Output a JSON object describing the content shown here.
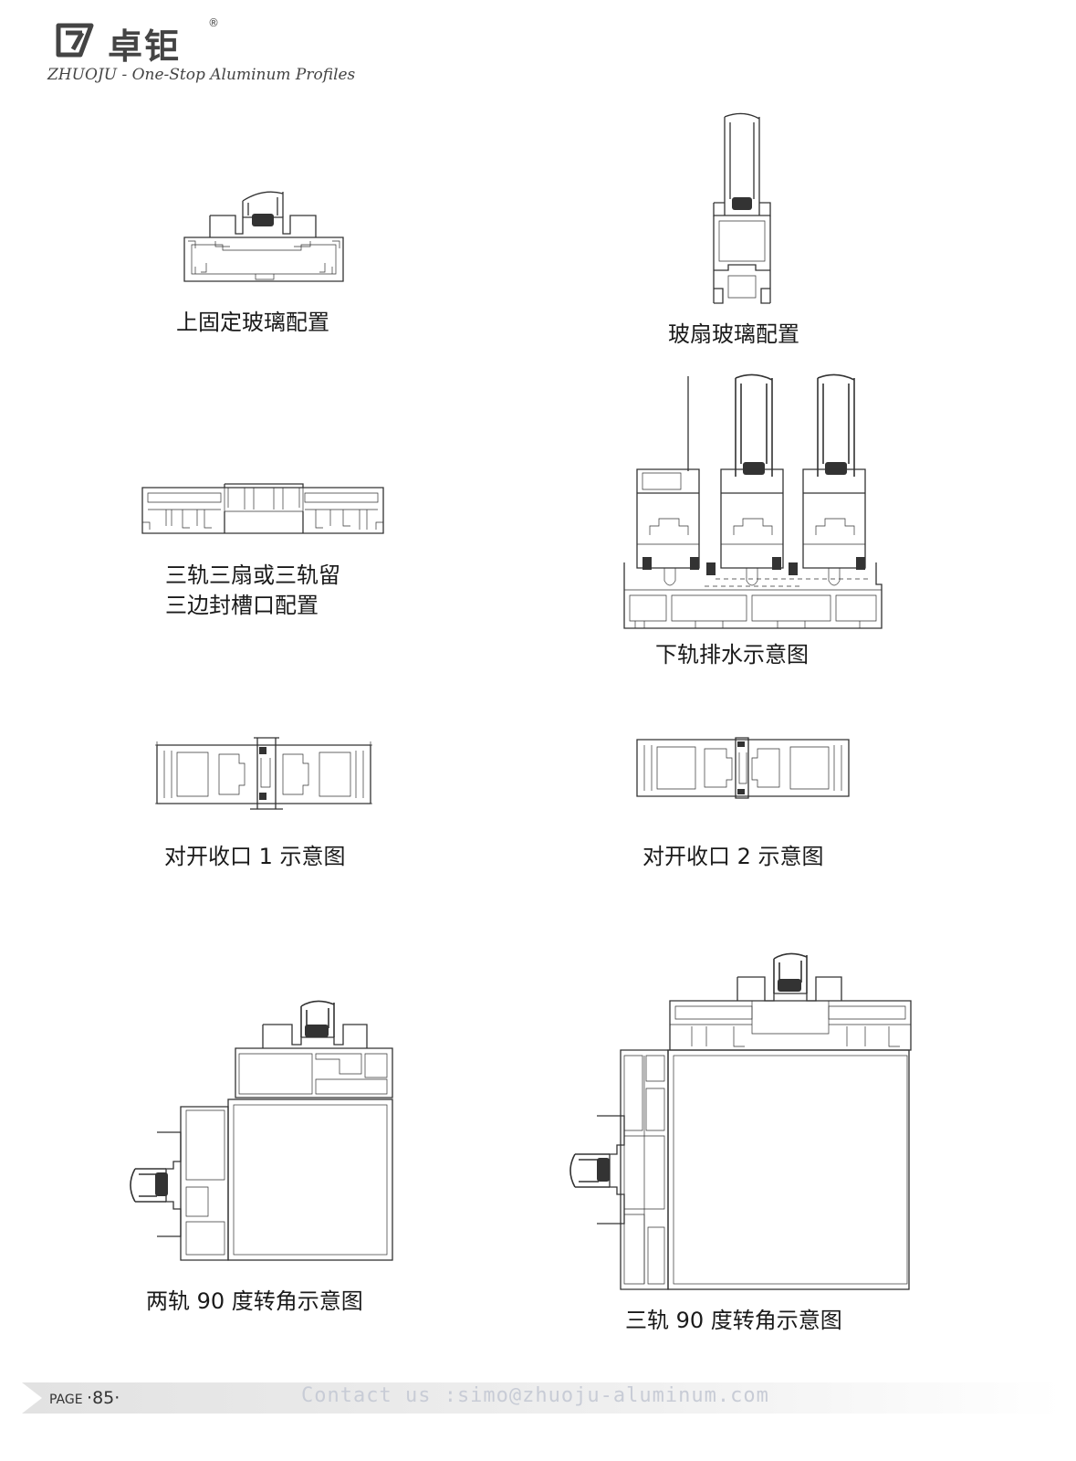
{
  "header": {
    "brand_cn": "卓钜",
    "registered_mark": "®",
    "tagline": "ZHUOJU - One-Stop Aluminum Profiles",
    "logo_icon": "brand-mark-icon"
  },
  "captions": {
    "top_fixed_glass": "上固定玻璃配置",
    "sash_glass": "玻扇玻璃配置",
    "three_track_line1": "三轨三扇或三轨留",
    "three_track_line2": "三边封槽口配置",
    "bottom_track_drainage": "下轨排水示意图",
    "double_open_1": "对开收口 1 示意图",
    "double_open_2": "对开收口 2 示意图",
    "two_track_corner": "两轨 90 度转角示意图",
    "three_track_corner": "三轨 90 度转角示意图"
  },
  "footer": {
    "page_prefix": "PAGE",
    "page_number": "·85·",
    "contact": "Contact us :simo@zhuoju-aluminum.com"
  },
  "colors": {
    "line": "#333333",
    "footer_band": "#e2e2e2",
    "contact_text": "#c8ccd6"
  }
}
